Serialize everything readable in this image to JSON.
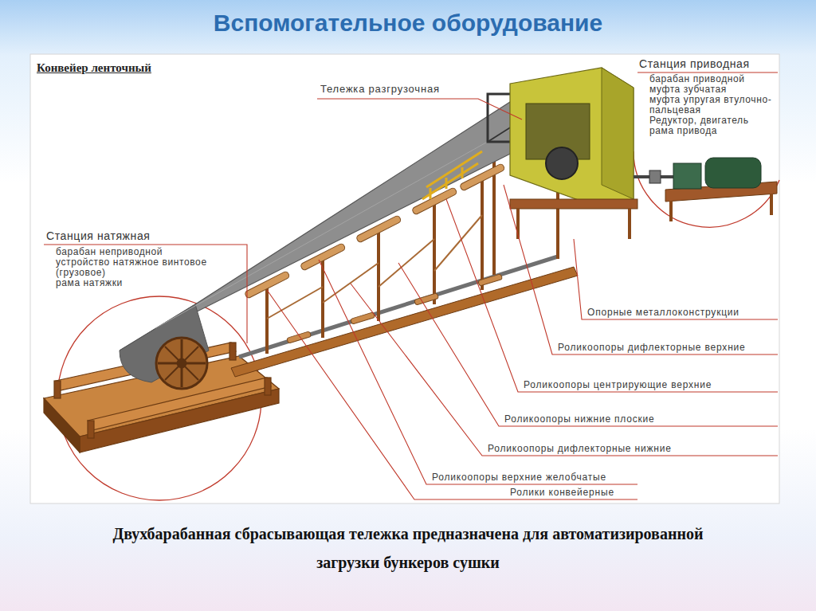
{
  "diagram": {
    "title": "Вспомогательное оборудование",
    "caption": "Двухбарабанная сбрасывающая тележка предназначена для автоматизированной загрузки бункеров сушки",
    "labels": [
      "Конвейер ленточный",
      "Тележка разгрузочная",
      "Станция приводная",
      "барабан приводной",
      "муфта зубчатая",
      "муфта упругая втулочно-пальцевая",
      "Редуктор, двигатель",
      "рама привода",
      "Станция натяжная",
      "барабан неприводной",
      "устройство натяжное винтовое (грузовое)",
      "рама натяжки",
      "Опорные металлоконструкции",
      "Роликоопоры дифлекторные верхние",
      "Роликоопоры центрирующие верхние",
      "Роликоопоры нижние плоские",
      "Роликоопоры дифлекторные нижние",
      "Роликоопоры верхние желобчатые",
      "Ролики конвейерные"
    ]
  }
}
